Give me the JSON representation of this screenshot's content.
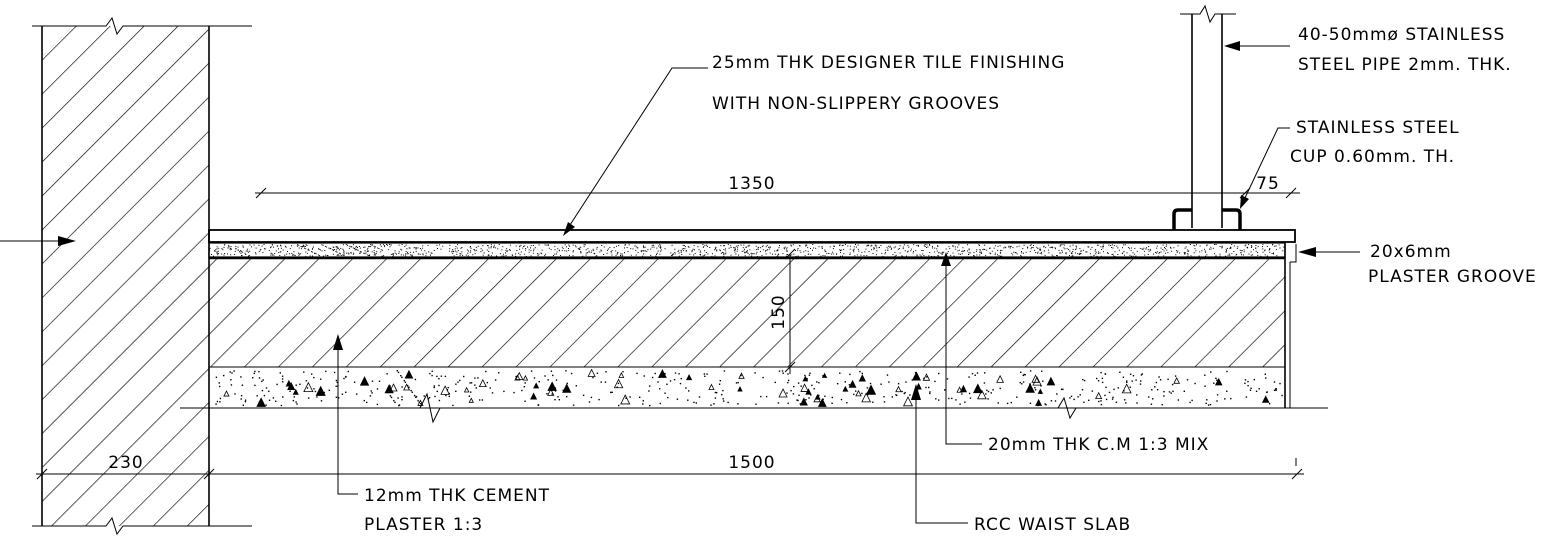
{
  "labels": {
    "tile": [
      "25mm THK DESIGNER TILE FINISHING",
      "WITH NON-SLIPPERY GROOVES"
    ],
    "pipe": [
      "40-50mmø STAINLESS",
      "STEEL PIPE 2mm. THK."
    ],
    "cup": [
      "STAINLESS STEEL",
      "CUP 0.60mm. TH."
    ],
    "groove": [
      "20x6mm",
      "PLASTER GROOVE"
    ],
    "mortar": "20mm THK C.M 1:3 MIX",
    "plaster": [
      "12mm THK CEMENT",
      "PLASTER 1:3"
    ],
    "slab": "RCC WAIST SLAB"
  },
  "dimensions": {
    "top_length": "1350",
    "edge_offset": "75",
    "thickness": "150",
    "wall": "230",
    "bottom_length": "1500"
  }
}
